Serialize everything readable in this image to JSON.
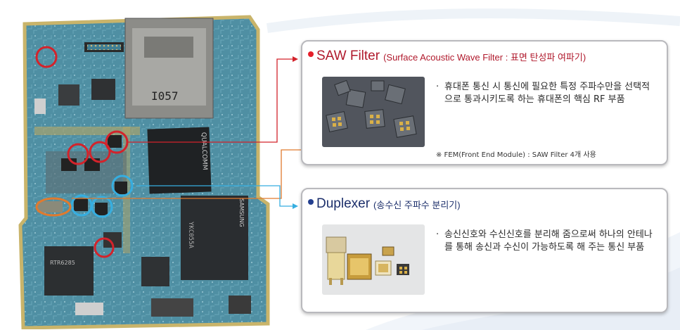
{
  "saw": {
    "title": "SAW Filter",
    "subtitle": "(Surface Acoustic Wave Filter : 표면 탄성파 여파기)",
    "bullet": "·",
    "description": "휴대폰 통신 시 통신에 필요한 특정 주파수만을 선택적으로 통과시키도록 하는 휴대폰의 핵심 RF 부품",
    "note": "※ FEM(Front End Module) : SAW Filter 4개 사용"
  },
  "duplexer": {
    "title": "Duplexer",
    "subtitle": "(송수신 주파수 분리기)",
    "bullet": "·",
    "description": "송신신호와 수신신호를 분리해 줌으로써 하나의 안테나를 통해 송신과 수신이 가능하도록 해 주는 통신 부품"
  },
  "pcb": {
    "chip_markings": {
      "connector": "I057",
      "qualcomm": "QUALCOMM",
      "samsung": "SAMSUNG",
      "samsung_code": "YKC055A",
      "rtr": "RTR6285"
    }
  },
  "colors": {
    "saw_accent": "#e61e2a",
    "duplexer_accent": "#1e3f8f",
    "fem_callout": "#e07a2e",
    "duplexer_callout": "#36aee0",
    "pcb_board": "#4f8fa3"
  }
}
